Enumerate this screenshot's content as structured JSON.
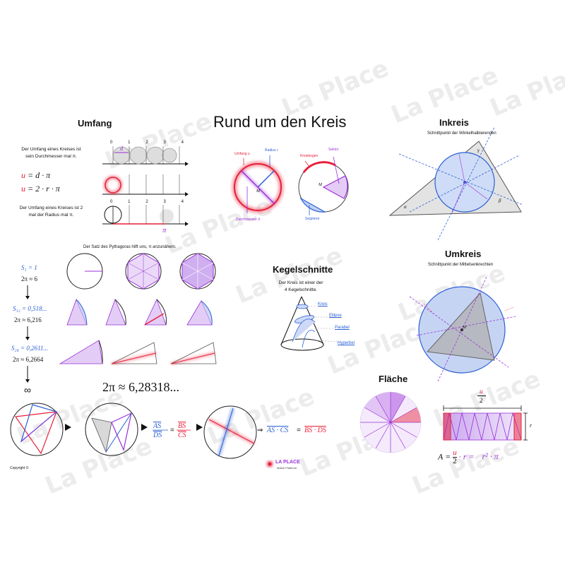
{
  "watermark": "La Place",
  "title": "Rund um den Kreis",
  "umfang": {
    "heading": "Umfang",
    "text1": "Der Umfang eines Kreises ist sein Durchmesser mal π.",
    "text2": "Der Umfang eines Kreises ist 2 mal der Radius mal π.",
    "formula1_lhs": "u",
    "formula1_rhs": "= d · π",
    "formula2_lhs": "u",
    "formula2_rhs": "= 2 · r · π",
    "axis_ticks": [
      "0",
      "1",
      "2",
      "3",
      "4"
    ],
    "d_label": "d",
    "pi_label": "π"
  },
  "center_circles": {
    "umfang_u": "Umfang u",
    "radius_r": "Radius r",
    "durchmesser_d": "Durchmesser d",
    "kreisbogen": "Kreisbogen",
    "sektor": "Sektor",
    "segment": "Segment",
    "m": "M"
  },
  "pythagoras": {
    "intro": "Der Satz des Pythagoras hilft uns, π anzunähern.",
    "s1": "S₁ = 1",
    "s1_approx": "2π ≈ 6",
    "s12": "S₁₂ = 0,518...",
    "s12_approx": "2π ≈ 6,216",
    "s24": "S₂₄ = 0,2611...",
    "s24_approx": "2π ≈ 6,2664",
    "infinity": "∞",
    "result": "2π ≈ 6,28318..."
  },
  "proof": {
    "frac1_num": "AS",
    "frac1_den": "DS",
    "frac2_num": "BS",
    "frac2_den": "CS",
    "eq_left": "AS · CS",
    "eq_right": "BS · DS"
  },
  "kegelschnitte": {
    "heading": "Kegelschnitte",
    "text": "Der Kreis ist einer der 4 Kegelschnitte.",
    "links": [
      "Kreis",
      "Ellipse",
      "Parabel",
      "Hyperbel"
    ]
  },
  "inkreis": {
    "heading": "Inkreis",
    "subtitle": "Schnittpunkt der Winkelhalbierenden",
    "angles": [
      "α",
      "β",
      "γ"
    ]
  },
  "umkreis": {
    "heading": "Umkreis",
    "subtitle": "Schnittpunkt der Mittelsenkrechten",
    "m": "M"
  },
  "flaeche": {
    "heading": "Fläche",
    "u_label": "u",
    "two": "2",
    "r_label": "r",
    "formula_lhs": "A =",
    "formula_mid": "· r =",
    "formula_rhs": "r² · π"
  },
  "footer": {
    "copyright": "Copyright ©",
    "brand": "LA PLACE",
    "brand_sub": "Mathe Plattform"
  },
  "colors": {
    "red": "#e8213a",
    "purple": "#9b30d9",
    "blue": "#2a5fd6"
  }
}
